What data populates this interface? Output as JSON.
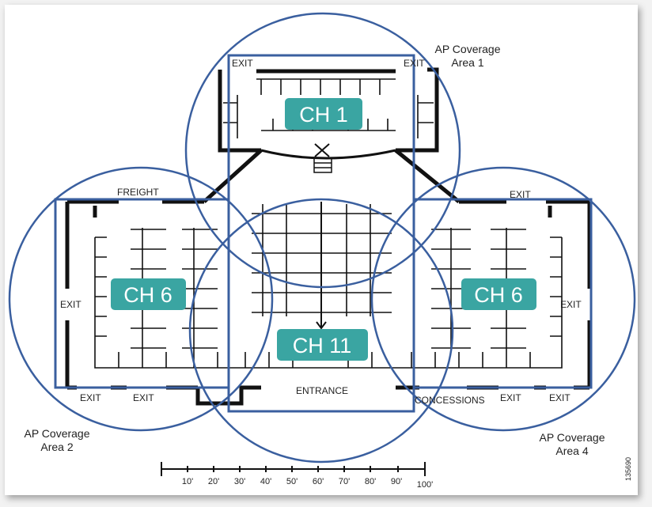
{
  "labels": {
    "exit": "EXIT",
    "freight": "FREIGHT",
    "entrance": "ENTRANCE",
    "concessions": "CONCESSIONS",
    "ap_area_1_line1": "AP Coverage",
    "ap_area_1_line2": "Area 1",
    "ap_area_2_line1": "AP Coverage",
    "ap_area_2_line2": "Area 2",
    "ap_area_4_line1": "AP Coverage",
    "ap_area_4_line2": "Area 4",
    "figure_id": "135690"
  },
  "channels": {
    "ch1": "CH 1",
    "ch6_left": "CH 6",
    "ch6_right": "CH 6",
    "ch11": "CH 11"
  },
  "scale": {
    "ticks": [
      "10'",
      "20'",
      "30'",
      "40'",
      "50'",
      "60'",
      "70'",
      "80'",
      "90'",
      "100'"
    ]
  },
  "colors": {
    "coverage_circle": "#3a5f9f",
    "channel_box": "#3aa5a2",
    "walls": "#111111"
  }
}
